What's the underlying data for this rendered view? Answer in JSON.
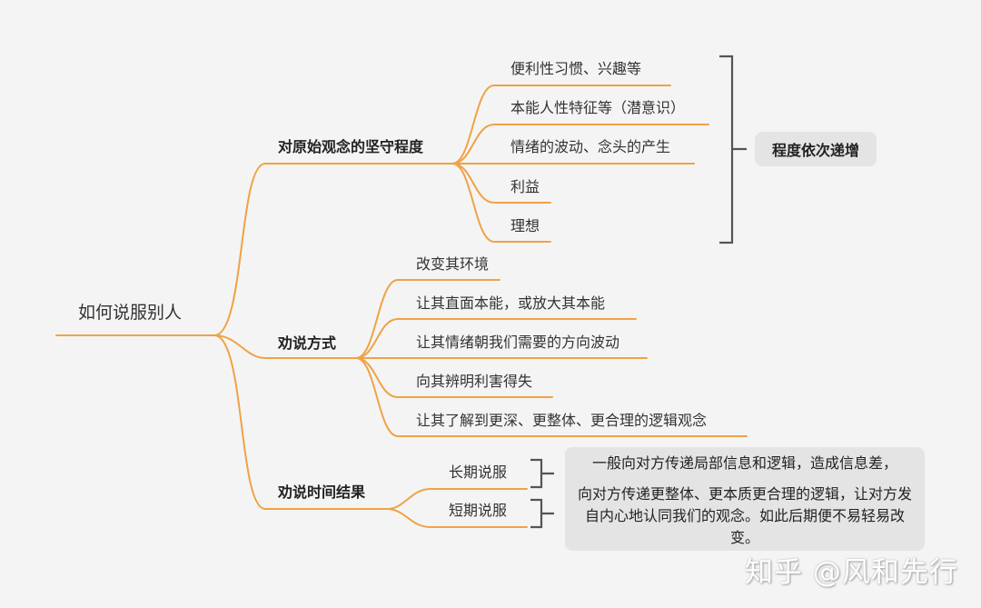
{
  "root": "如何说服别人",
  "colors": {
    "branch": "#f0a245",
    "bracket": "#555555",
    "box": "#e4e4e4"
  },
  "branches": [
    {
      "label": "对原始观念的坚守程度",
      "children": [
        "便利性习惯、兴趣等",
        "本能人性特征等（潜意识）",
        "情绪的波动、念头的产生",
        "利益",
        "理想"
      ]
    },
    {
      "label": "劝说方式",
      "children": [
        "改变其环境",
        "让其直面本能，或放大其本能",
        "让其情绪朝我们需要的方向波动",
        "向其辨明利害得失",
        "让其了解到更深、更整体、更合理的逻辑观念"
      ]
    },
    {
      "label": "劝说时间结果",
      "children": [
        "长期说服",
        "短期说服"
      ]
    }
  ],
  "summary_tag": "程度依次递增",
  "note": {
    "long_term": "一般向对方传递局部信息和逻辑，造成信息差，",
    "short_term": "向对方传递更整体、更本质更合理的逻辑，让对方发自内心地认同我们的观念。如此后期便不易轻易改变。"
  },
  "watermark": "知乎 @风和先行"
}
